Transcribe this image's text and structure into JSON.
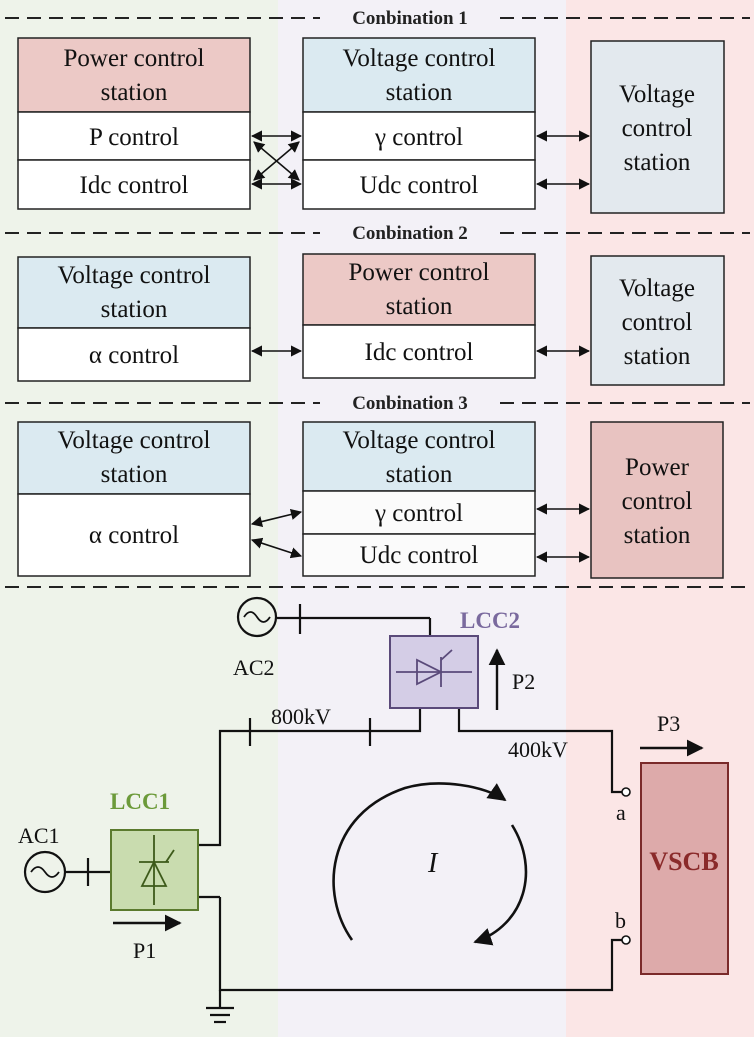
{
  "colors": {
    "band_left": "#eef3ea",
    "band_middle": "#f3f1f7",
    "band_right": "#fbe6e6",
    "power_header": "#ecc9c6",
    "voltage_header": "#dbeaf1",
    "voltage_side": "#e3e9ee",
    "power_side": "#e8c3c1",
    "lcc1_fill": "#c9dcaf",
    "lcc1_stroke": "#5b7a2e",
    "lcc1_text": "#6c9a3a",
    "lcc2_fill": "#d4cde6",
    "lcc2_stroke": "#5a4a7a",
    "lcc2_text": "#7a6a9e",
    "vscb_fill": "#ddaaaa",
    "vscb_stroke": "#7a2a2a",
    "vscb_text": "#8a2a2a"
  },
  "combinations": [
    {
      "title": "Conbination 1",
      "left": {
        "header": [
          "Power control",
          "station"
        ],
        "rows": [
          "P control",
          "Idc control"
        ]
      },
      "middle": {
        "header": [
          "Voltage control",
          "station"
        ],
        "rows": [
          "γ control",
          "Udc control"
        ]
      },
      "right": [
        "Voltage",
        "control",
        "station"
      ]
    },
    {
      "title": "Conbination 2",
      "left": {
        "header": [
          "Voltage control",
          "station"
        ],
        "rows": [
          "α control"
        ]
      },
      "middle": {
        "header": [
          "Power control",
          "station"
        ],
        "rows": [
          "Idc control"
        ]
      },
      "right": [
        "Voltage",
        "control",
        "station"
      ]
    },
    {
      "title": "Conbination 3",
      "left": {
        "header": [
          "Voltage control",
          "station"
        ],
        "rows": [
          "α control"
        ]
      },
      "middle": {
        "header": [
          "Voltage control",
          "station"
        ],
        "rows": [
          "γ control",
          "Udc control"
        ]
      },
      "right": [
        "Power",
        "control",
        "station"
      ]
    }
  ],
  "circuit": {
    "lcc1": "LCC1",
    "lcc2": "LCC2",
    "vscb": "VSCB",
    "ac1": "AC1",
    "ac2": "AC2",
    "p1": "P1",
    "p2": "P2",
    "p3": "P3",
    "v800": "800kV",
    "v400": "400kV",
    "terminal_a": "a",
    "terminal_b": "b",
    "current": "I"
  }
}
